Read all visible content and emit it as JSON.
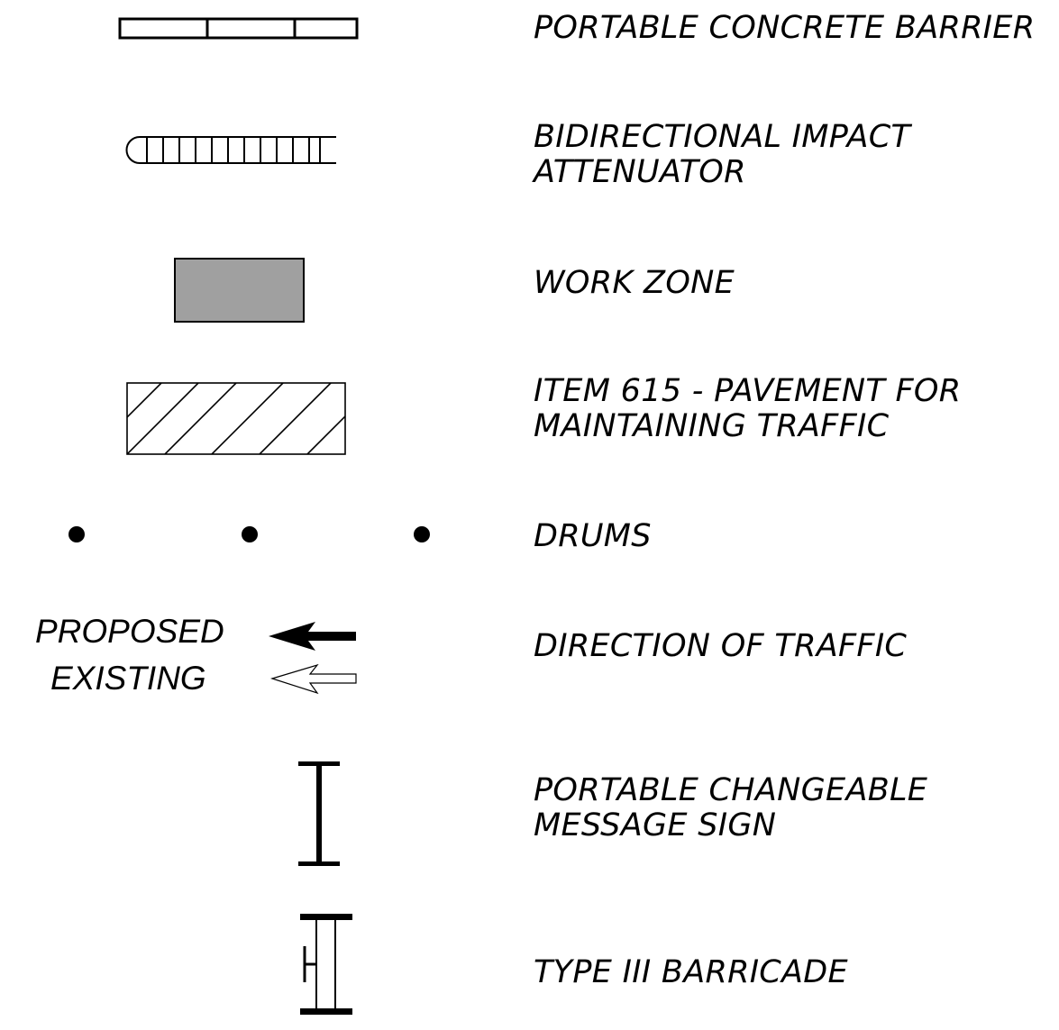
{
  "legend": {
    "items": [
      {
        "label_lines": [
          "PORTABLE CONCRETE BARRIER"
        ],
        "symbol": "barrier-icon"
      },
      {
        "label_lines": [
          "BIDIRECTIONAL IMPACT",
          "ATTENUATOR"
        ],
        "symbol": "attenuator-icon"
      },
      {
        "label_lines": [
          "WORK ZONE"
        ],
        "symbol": "work-zone-icon",
        "fill": "#a0a0a0"
      },
      {
        "label_lines": [
          "ITEM 615 - PAVEMENT FOR",
          "MAINTAINING TRAFFIC"
        ],
        "symbol": "hatched-pavement-icon"
      },
      {
        "label_lines": [
          "DRUMS"
        ],
        "symbol": "drum-icon"
      },
      {
        "label_lines": [
          "DIRECTION OF TRAFFIC"
        ],
        "symbol": "traffic-arrow-icon"
      },
      {
        "label_lines": [
          "PORTABLE CHANGEABLE",
          "MESSAGE SIGN"
        ],
        "symbol": "message-sign-icon"
      },
      {
        "label_lines": [
          "TYPE III BARRICADE"
        ],
        "symbol": "barricade-icon"
      }
    ],
    "traffic_labels": {
      "proposed": "PROPOSED",
      "existing": "EXISTING"
    }
  }
}
